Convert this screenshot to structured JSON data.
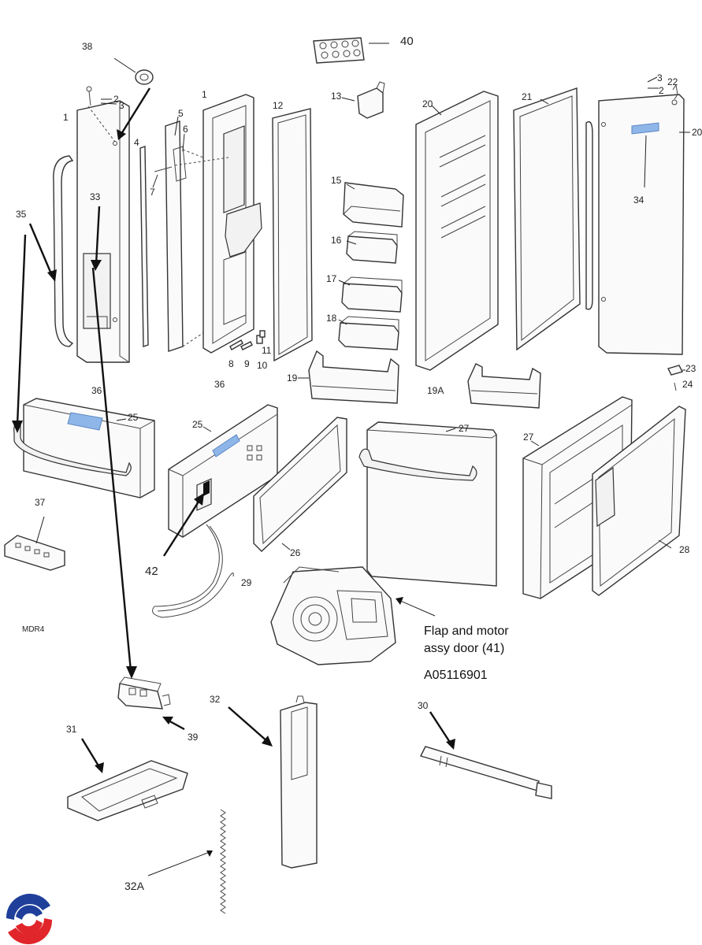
{
  "callouts": {
    "c1a": "1",
    "c1b": "1",
    "c2a": "2",
    "c2b": "2",
    "c3a": "3",
    "c3b": "3",
    "c4": "4",
    "c5": "5",
    "c6": "6",
    "c7": "7",
    "c8": "8",
    "c9": "9",
    "c10": "10",
    "c11": "11",
    "c12": "12",
    "c13": "13",
    "c15": "15",
    "c16": "16",
    "c17": "17",
    "c18": "18",
    "c19": "19",
    "c19a": "19A",
    "c20a": "20",
    "c20b": "20",
    "c21": "21",
    "c22": "22",
    "c23": "23",
    "c24": "24",
    "c25a": "25",
    "c25b": "25",
    "c26": "26",
    "c27a": "27",
    "c27b": "27",
    "c28": "28",
    "c29": "29",
    "c30": "30",
    "c31": "31",
    "c32": "32",
    "c32a": "32A",
    "c33": "33",
    "c34": "34",
    "c35": "35",
    "c36a": "36",
    "c36b": "36",
    "c37": "37",
    "c38": "38",
    "c39": "39",
    "c40": "40",
    "c42": "42"
  },
  "model_label": "MDR4",
  "assembly_caption": {
    "line1": "Flap and motor",
    "line2": "assy door (41)",
    "part_number": "A05116901"
  },
  "colors": {
    "accent_blue": "#8fb6e8",
    "logo_blue": "#1f3f9a",
    "logo_red": "#e0262b"
  },
  "logo_icon": "brand-swirl-icon"
}
